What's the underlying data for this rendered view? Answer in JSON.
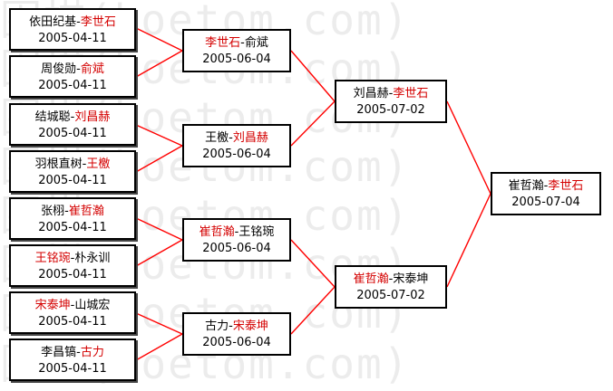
{
  "watermark": [
    "围棋(hoetom.com)",
    "围棋(hoetom.com)",
    "围棋(hoetom.com)",
    "围棋(hoetom.com)",
    "围棋(hoetom.com)",
    "围棋(hoetom.com)",
    "围棋(hoetom.com)",
    "围棋(hoetom.com)"
  ],
  "colors": {
    "winner": "#d40000",
    "line": "#ff0000",
    "text": "#000000"
  },
  "round1": [
    {
      "p1": "依田纪基",
      "p2": "李世石",
      "winner": 2,
      "date": "2005-04-11"
    },
    {
      "p1": "周俊勋",
      "p2": "俞斌",
      "winner": 2,
      "date": "2005-04-11"
    },
    {
      "p1": "结城聪",
      "p2": "刘昌赫",
      "winner": 2,
      "date": "2005-04-11"
    },
    {
      "p1": "羽根直树",
      "p2": "王檄",
      "winner": 2,
      "date": "2005-04-11"
    },
    {
      "p1": "张栩",
      "p2": "崔哲瀚",
      "winner": 2,
      "date": "2005-04-11"
    },
    {
      "p1": "王铭琬",
      "p2": "朴永训",
      "winner": 1,
      "date": "2005-04-11"
    },
    {
      "p1": "宋泰坤",
      "p2": "山城宏",
      "winner": 1,
      "date": "2005-04-11"
    },
    {
      "p1": "李昌镐",
      "p2": "古力",
      "winner": 2,
      "date": "2005-04-11"
    }
  ],
  "round2": [
    {
      "p1": "李世石",
      "p2": "俞斌",
      "winner": 1,
      "date": "2005-06-04"
    },
    {
      "p1": "王檄",
      "p2": "刘昌赫",
      "winner": 2,
      "date": "2005-06-04"
    },
    {
      "p1": "崔哲瀚",
      "p2": "王铭琬",
      "winner": 1,
      "date": "2005-06-04"
    },
    {
      "p1": "古力",
      "p2": "宋泰坤",
      "winner": 2,
      "date": "2005-06-04"
    }
  ],
  "semifinal": [
    {
      "p1": "刘昌赫",
      "p2": "李世石",
      "winner": 2,
      "date": "2005-07-02"
    },
    {
      "p1": "崔哲瀚",
      "p2": "宋泰坤",
      "winner": 1,
      "date": "2005-07-02"
    }
  ],
  "final": [
    {
      "p1": "崔哲瀚",
      "p2": "李世石",
      "winner": 2,
      "date": "2005-07-04"
    }
  ]
}
